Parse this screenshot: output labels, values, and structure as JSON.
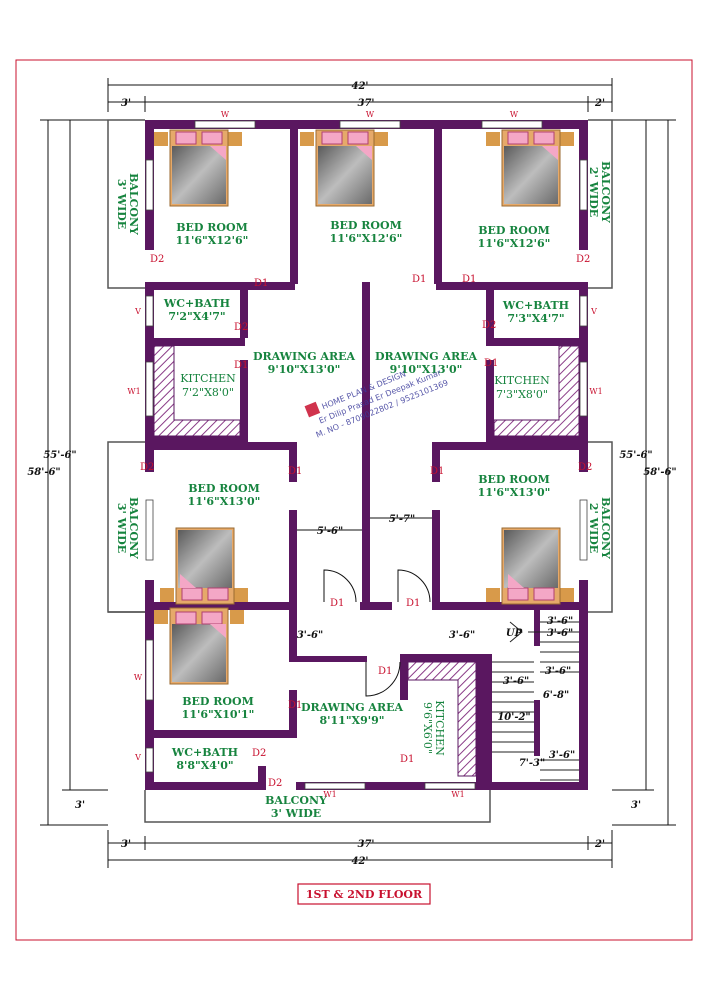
{
  "title": "1ST & 2ND FLOOR",
  "watermark": {
    "brand": "HOME PLAN & DESIGN",
    "names": "Er Dilip Prasad Er Deepak Kumar",
    "phone": "M. NO - 8709022802 / 9525101369"
  },
  "dimensions": {
    "overall_width": "42'",
    "inner_width": "37'",
    "left_offset": "3'",
    "right_offset": "2'",
    "left_height": "55'-6\"",
    "left_overall_height": "58'-6\"",
    "right_height": "55'-6\"",
    "right_overall_height": "58'-6\"",
    "bottom_left_height": "3'",
    "bottom_right_height": "3'",
    "bottom_inner_width": "37'",
    "bottom_overall_width": "42'",
    "bottom_left_offset": "3'",
    "bottom_right_offset": "2'",
    "passage_left": "5'-6\"",
    "passage_right": "5'-7\"",
    "gap_left": "3'-6\"",
    "gap_right": "3'-6\""
  },
  "rooms": {
    "bed1": {
      "name": "BED ROOM",
      "size": "11'6\"X12'6\""
    },
    "bed2": {
      "name": "BED ROOM",
      "size": "11'6\"X12'6\""
    },
    "bed3": {
      "name": "BED ROOM",
      "size": "11'6\"X12'6\""
    },
    "balcony_tl": {
      "name": "BALCONY",
      "size": "3' WIDE"
    },
    "balcony_tr": {
      "name": "BALCONY",
      "size": "2' WIDE"
    },
    "wc_left": {
      "name": "WC+BATH",
      "size": "7'2\"X4'7\""
    },
    "wc_right": {
      "name": "WC+BATH",
      "size": "7'3\"X4'7\""
    },
    "drawing_left": {
      "name": "DRAWING AREA",
      "size": "9'10\"X13'0\""
    },
    "drawing_right": {
      "name": "DRAWING AREA",
      "size": "9'10\"X13'0\""
    },
    "kitchen_left": {
      "name": "KITCHEN",
      "size": "7'2\"X8'0\""
    },
    "kitchen_right": {
      "name": "KITCHEN",
      "size": "7'3\"X8'0\""
    },
    "bed4": {
      "name": "BED ROOM",
      "size": "11'6\"X13'0\""
    },
    "bed5": {
      "name": "BED ROOM",
      "size": "11'6\"X13'0\""
    },
    "balcony_ml": {
      "name": "BALCONY",
      "size": "3' WIDE"
    },
    "balcony_mr": {
      "name": "BALCONY",
      "size": "2' WIDE"
    },
    "bed6": {
      "name": "BED ROOM",
      "size": "11'6\"X10'1\""
    },
    "drawing_bottom": {
      "name": "DRAWING AREA",
      "size": "8'11\"X9'9\""
    },
    "kitchen_bottom": {
      "name": "KITCHEN",
      "size": "9'6\"X6'0\""
    },
    "wc_bottom": {
      "name": "WC+BATH",
      "size": "8'8\"X4'0\""
    },
    "balcony_bottom": {
      "name": "BALCONY",
      "size": "3' WIDE"
    }
  },
  "stair": {
    "up": "UP",
    "d1": "3'-6\"",
    "d2": "3'-6\"",
    "d3": "3'-6\"",
    "d4": "3'-6\"",
    "d5": "6'-8\"",
    "d6": "10'-2\"",
    "d7": "7'-3\"",
    "d8": "3'-6\""
  },
  "labels": {
    "door_d1": "D1",
    "door_d2": "D2",
    "window_w": "W",
    "window_w1": "W1",
    "vent_v": "V"
  },
  "colors": {
    "wall": "#5a1760",
    "room_text": "#17843f",
    "door_text": "#c8102e",
    "border": "#c8102e",
    "bed_frame": "#d89a4a",
    "pillow": "#f4a7c6",
    "mattress": "#888888",
    "kitchen_hatch": "#8a3c87"
  }
}
